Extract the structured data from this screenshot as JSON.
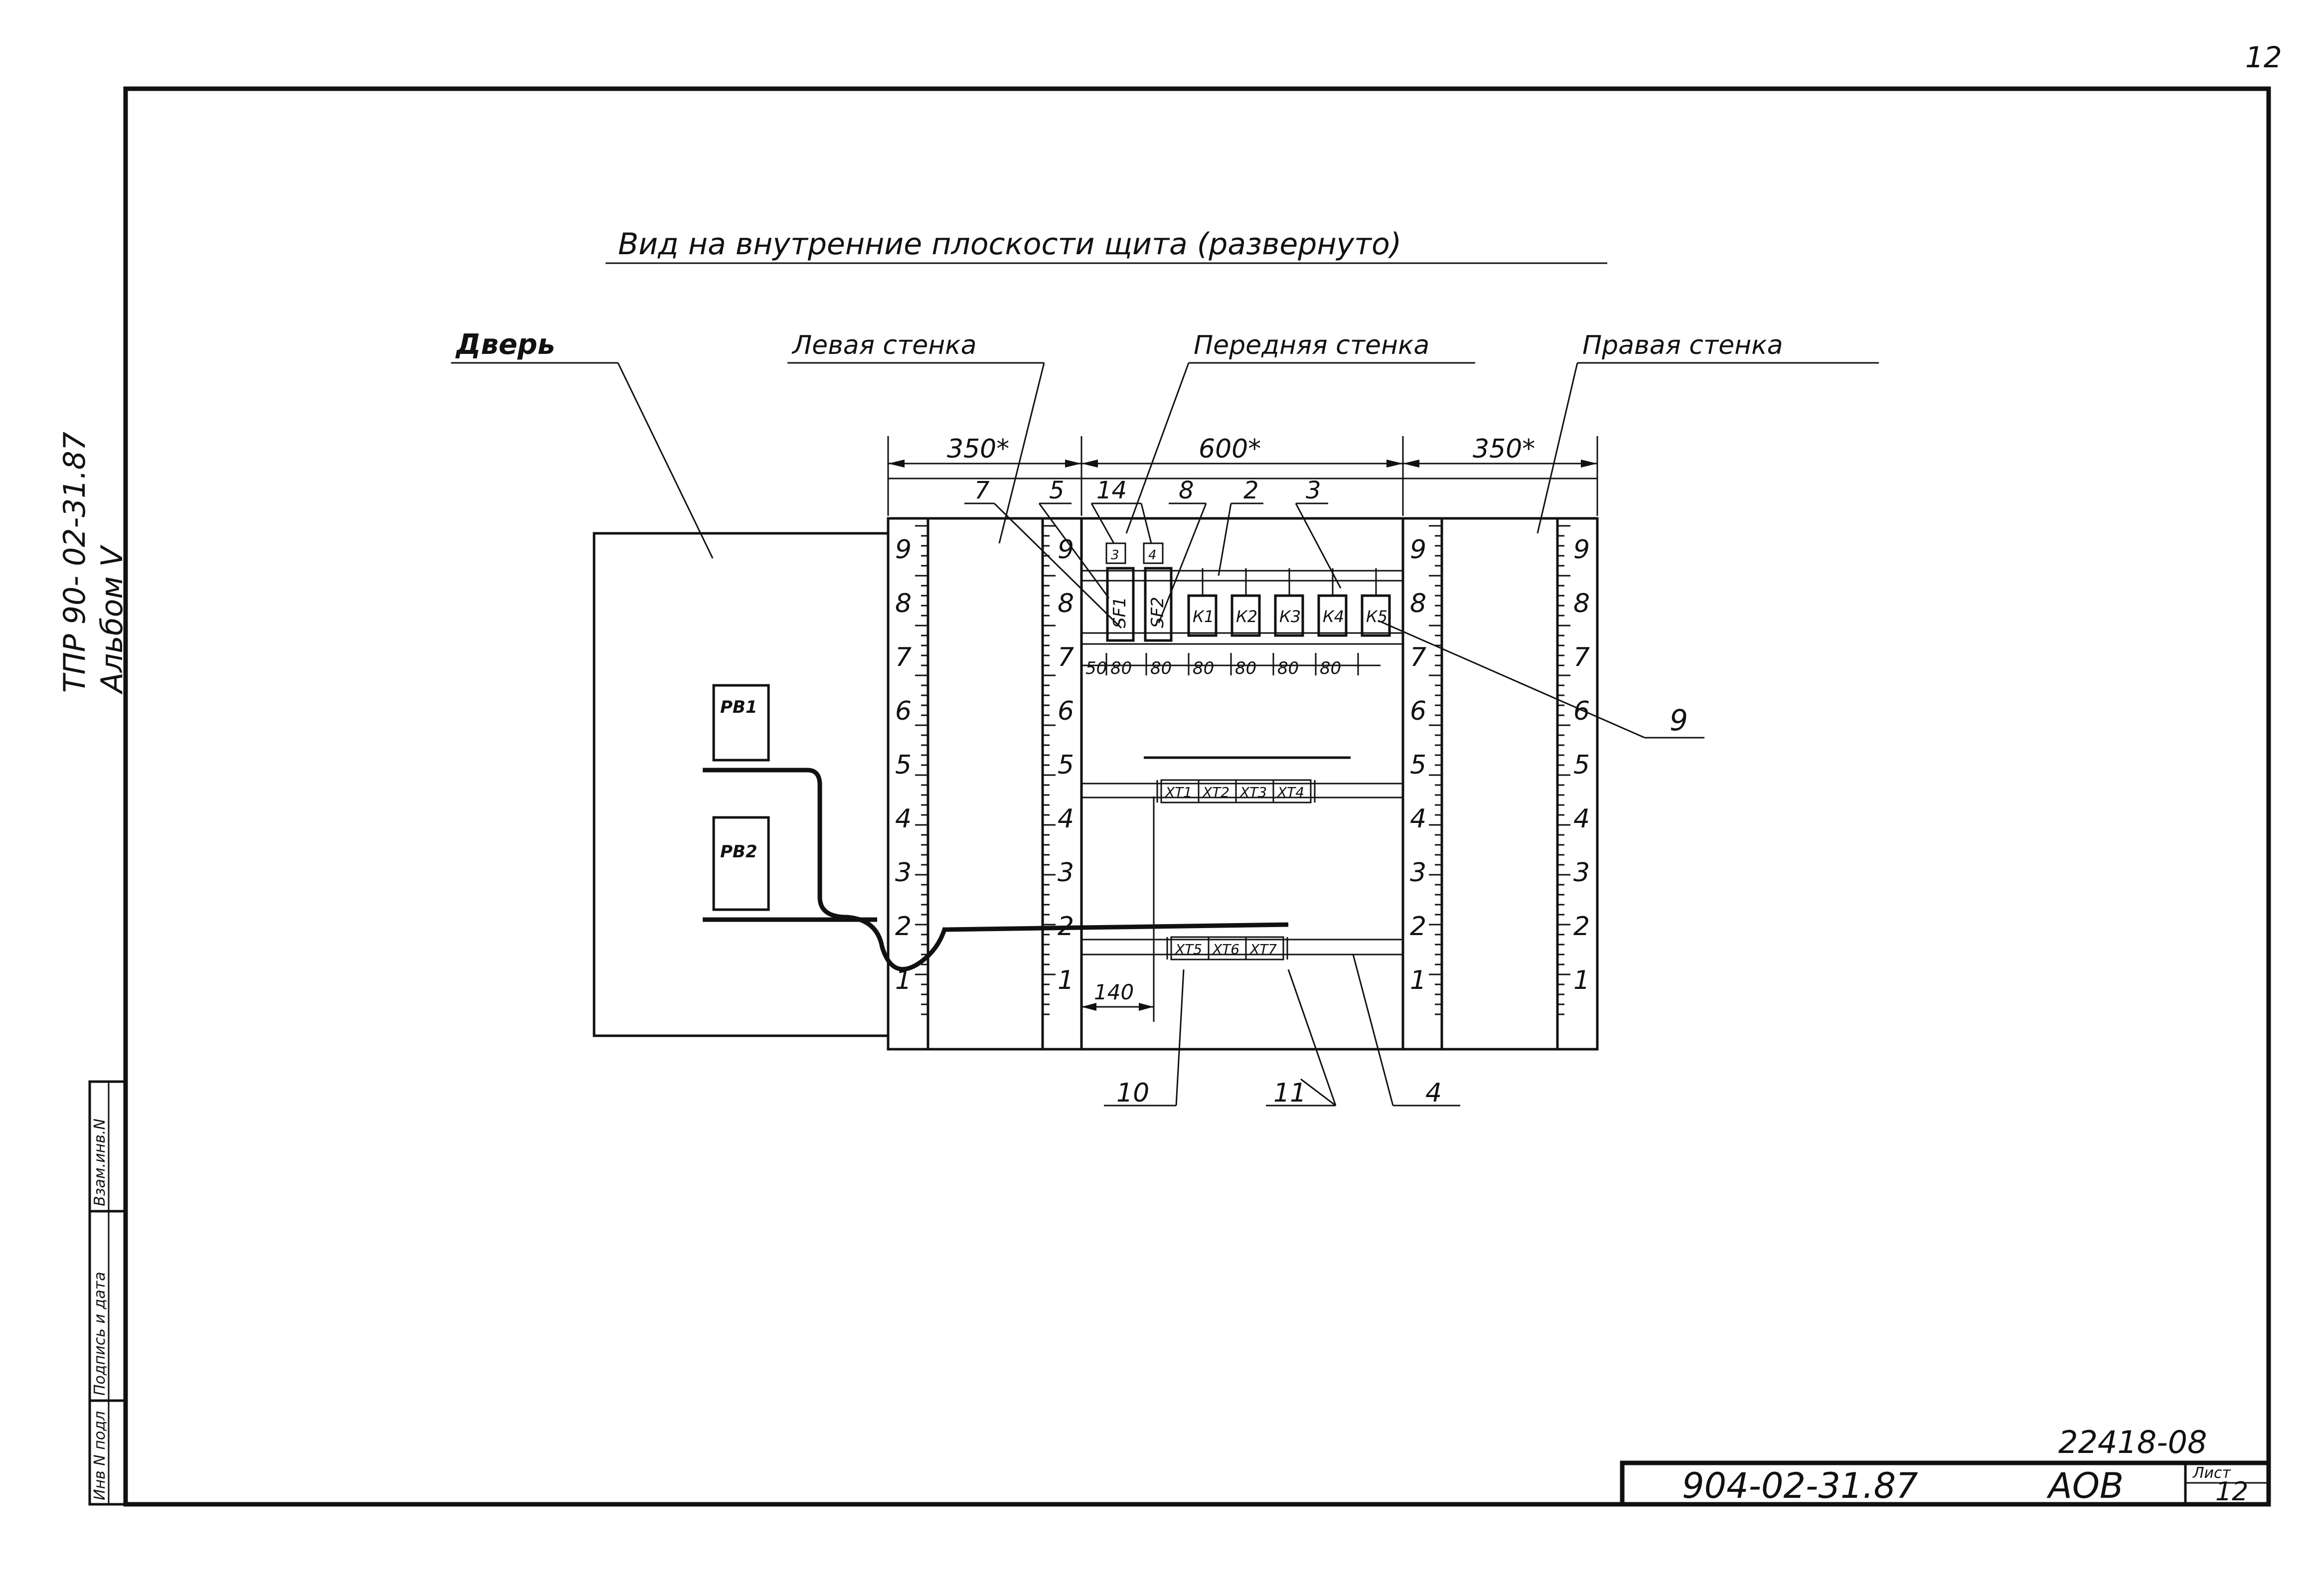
{
  "sheet": {
    "page_number": "12",
    "title": "Вид на внутренние плоскости щита (развернуто)"
  },
  "side_stamp": {
    "line1": "ТПР 90- 02-31.87",
    "line2": "Альбом V"
  },
  "left_table": {
    "cells": [
      "Инв N подл",
      "Подпись и дата",
      "Взам.инв.N"
    ]
  },
  "panels": {
    "door": "Дверь",
    "left_wall": "Левая стенка",
    "front_wall": "Передняя стенка",
    "right_wall": "Правая стенка"
  },
  "dimensions": {
    "left_width": "350*",
    "front_width": "600*",
    "right_width": "350*",
    "row_spacing": [
      "50",
      "80",
      "80",
      "80",
      "80",
      "80",
      "80"
    ],
    "terminal_offset": "140"
  },
  "scale_numbers": [
    "9",
    "8",
    "7",
    "6",
    "5",
    "4",
    "3",
    "2",
    "1"
  ],
  "door_devices": [
    "РВ1",
    "РВ2"
  ],
  "breakers": [
    "SF1",
    "SF2"
  ],
  "contactors": [
    "К1",
    "К2",
    "К3",
    "К4",
    "К5"
  ],
  "small_blocks": [
    "3",
    "4"
  ],
  "terminals_top": [
    "ХТ1",
    "ХТ2",
    "ХТ3",
    "ХТ4"
  ],
  "terminals_bottom": [
    "ХТ5",
    "ХТ6",
    "ХТ7"
  ],
  "callouts": {
    "c7": "7",
    "c5": "5",
    "c14": "14",
    "c8": "8",
    "c2": "2",
    "c3": "3",
    "c9": "9",
    "c10": "10",
    "c11": "11",
    "c4": "4"
  },
  "title_block": {
    "code": "22418-08",
    "doc_number": "904-02-31.87",
    "section": "АОВ",
    "sheet_label": "Лист",
    "sheet_number": "12"
  }
}
